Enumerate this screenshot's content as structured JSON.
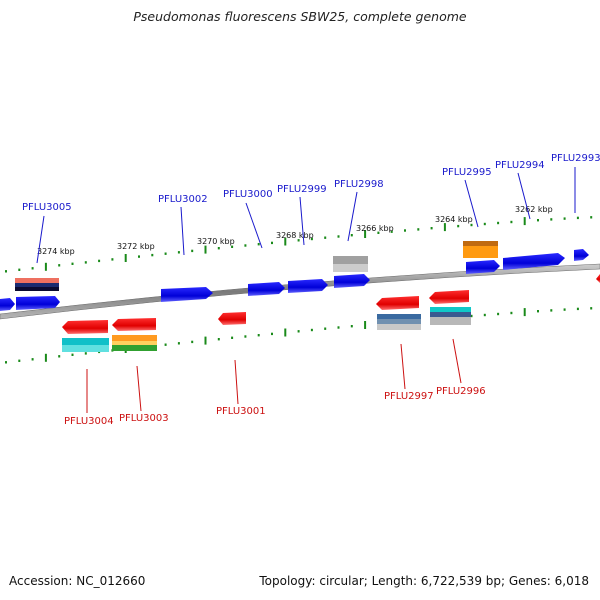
{
  "title": "Pseudomonas fluorescens SBW25, complete genome",
  "footer": {
    "accession": "Accession: NC_012660",
    "summary": "Topology: circular; Length: 6,722,539 bp; Genes: 6,018"
  },
  "ruler_labels": [
    "3274 kbp",
    "3272 kbp",
    "3270 kbp",
    "3268 kbp",
    "3266 kbp",
    "3264 kbp",
    "3262 kbp"
  ],
  "genes_top": [
    "PFLU3005",
    "PFLU3002",
    "PFLU3000",
    "PFLU2999",
    "PFLU2998",
    "PFLU2995",
    "PFLU2994",
    "PFLU2993"
  ],
  "genes_bottom": [
    "PFLU3004",
    "PFLU3003",
    "PFLU3001",
    "PFLU2997",
    "PFLU2996"
  ],
  "colors": {
    "forward": "#0a0ae6",
    "reverse": "#e60a0a",
    "top_label": "#1a1acc",
    "bottom_label": "#cc1111",
    "ticks": "#1a8a1a",
    "backbone": "#8a8a8a"
  }
}
